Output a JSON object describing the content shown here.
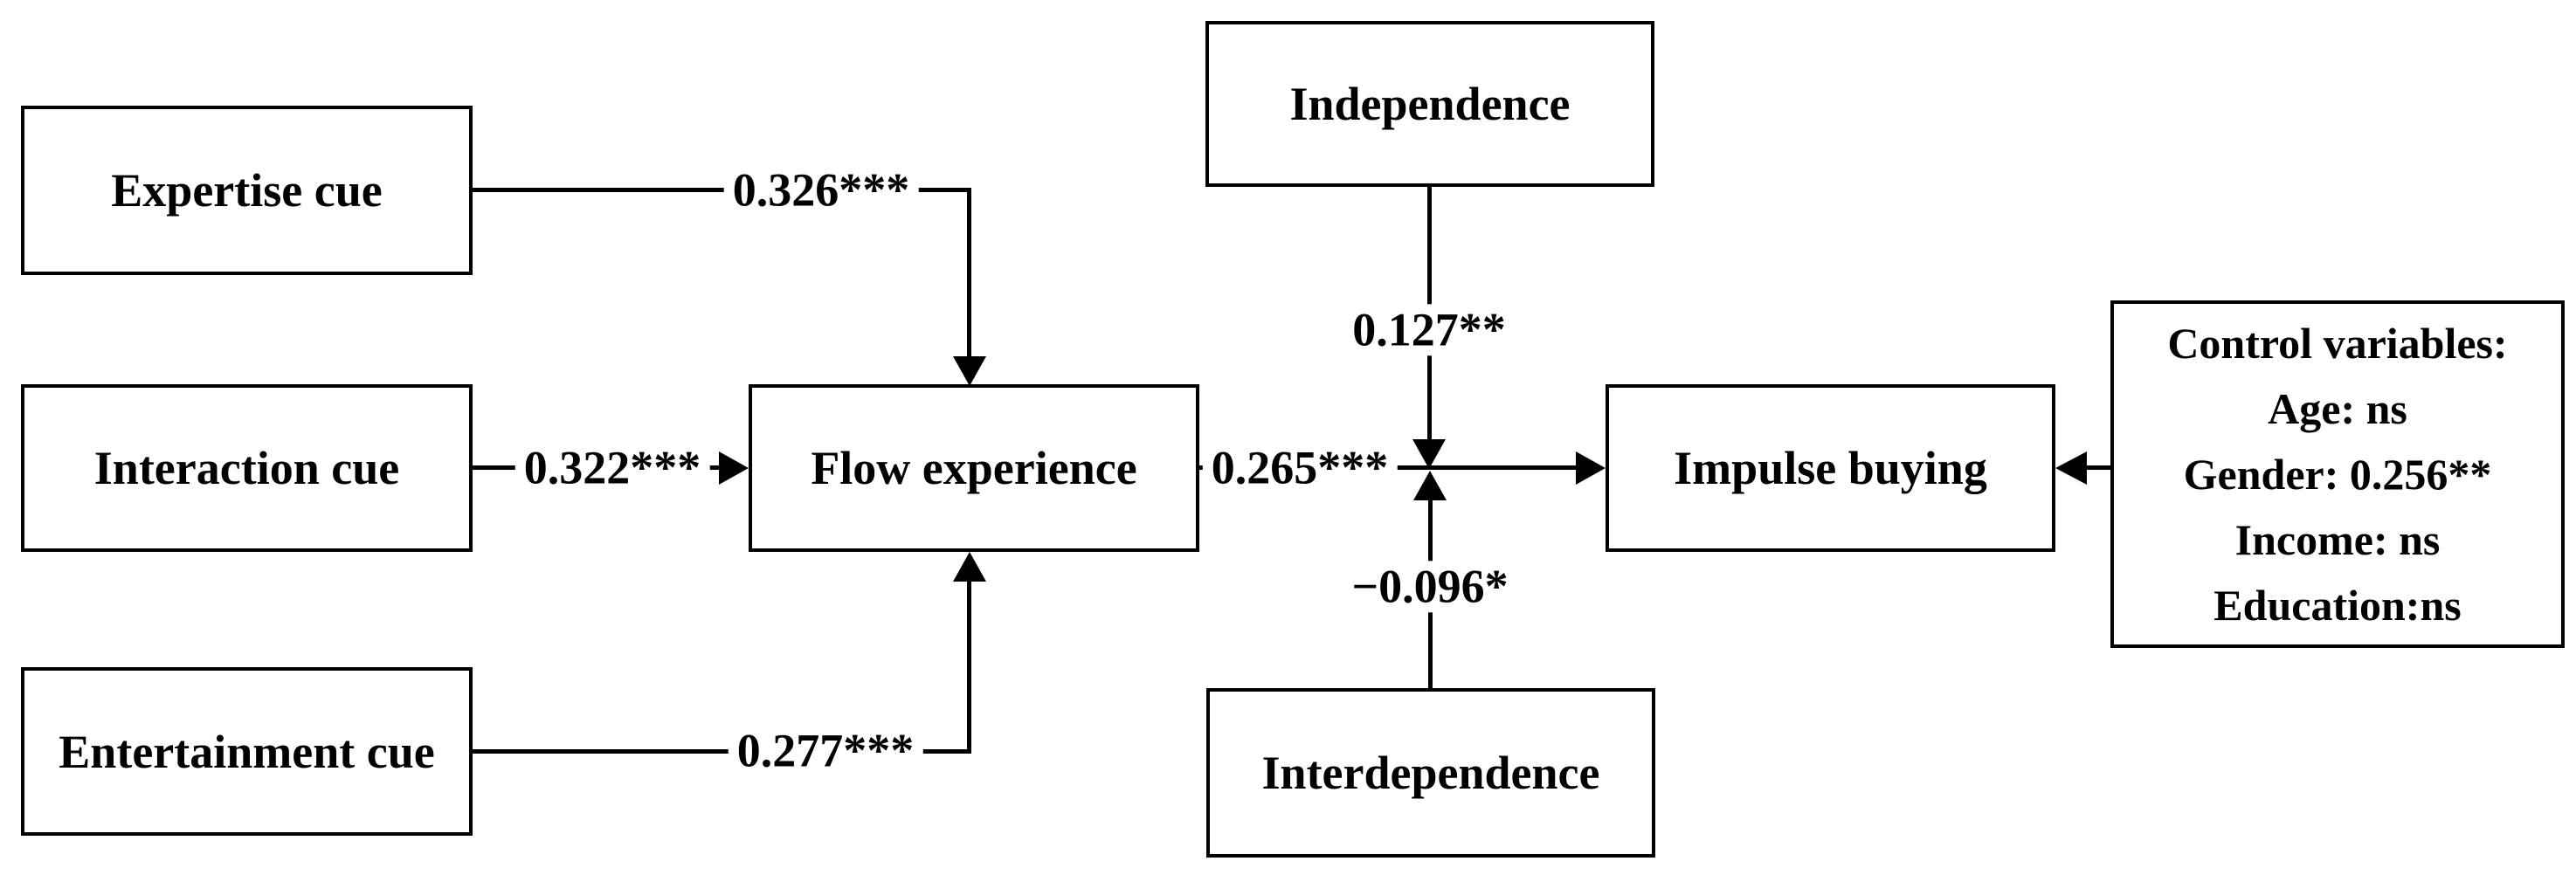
{
  "diagram": {
    "type": "path-model",
    "colors": {
      "background": "#ffffff",
      "line": "#000000",
      "box_border": "#000000",
      "text": "#000000"
    },
    "boxes": [
      {
        "id": "expertise-cue",
        "label": "Expertise cue"
      },
      {
        "id": "interaction-cue",
        "label": "Interaction cue"
      },
      {
        "id": "entertainment-cue",
        "label": "Entertainment cue"
      },
      {
        "id": "flow-experience",
        "label": "Flow experience"
      },
      {
        "id": "independence",
        "label": "Independence"
      },
      {
        "id": "interdependence",
        "label": "Interdependence"
      },
      {
        "id": "impulse-buying",
        "label": "Impulse buying"
      }
    ],
    "control_box": {
      "title": "Control variables:",
      "lines": [
        "Age: ns",
        "Gender: 0.256**",
        "Income: ns",
        "Education:ns"
      ]
    },
    "paths": [
      {
        "from": "Expertise cue",
        "to": "Flow experience",
        "coefficient": "0.326***"
      },
      {
        "from": "Interaction cue",
        "to": "Flow experience",
        "coefficient": "0.322***"
      },
      {
        "from": "Entertainment cue",
        "to": "Flow experience",
        "coefficient": "0.277***"
      },
      {
        "from": "Flow experience",
        "to": "Impulse buying",
        "coefficient": "0.265***"
      },
      {
        "from": "Independence",
        "to": "Flow experience → Impulse buying path",
        "coefficient": "0.127**"
      },
      {
        "from": "Interdependence",
        "to": "Flow experience → Impulse buying path",
        "coefficient": "−0.096*"
      },
      {
        "from": "Control variables",
        "to": "Impulse buying",
        "coefficient": ""
      }
    ]
  }
}
